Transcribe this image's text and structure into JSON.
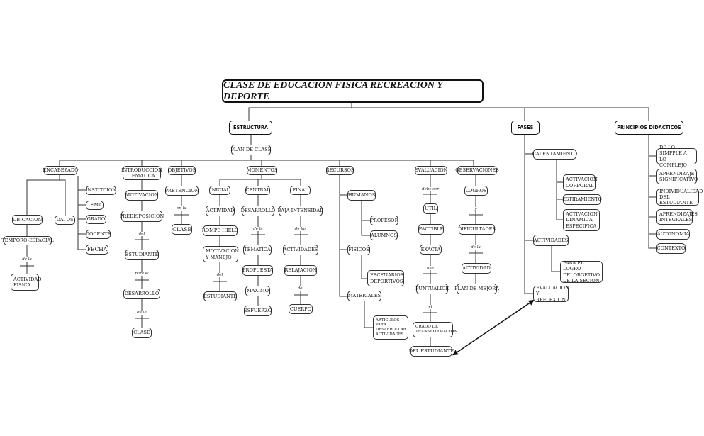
{
  "title": "CLASE DE EDUCACION FISICA RECREACION Y DEPORTE",
  "estructura": {
    "label": "ESTRUCTURA",
    "plan": "PLAN DE CLASE",
    "encabezado": {
      "label": "ENCABEZADO",
      "ubicacion": "UBICACION",
      "temporo": "TEMPORO-ESPACIAL",
      "de_la": "de la",
      "actividad": "ACTIVIDAD FISICA",
      "datos": "DATOS",
      "items": [
        "INSTITCION",
        "TEMA",
        "GRADO",
        "DOCENTE",
        "FECHA"
      ]
    },
    "introduccion": {
      "label": "INTRODUCCION TEMATICA",
      "motivacion": "MOTIVACION",
      "predisposicion": "PREDISPOSICION",
      "del": "del",
      "estudiante": "ESTUDIANTE",
      "para_el": "para el",
      "desarrollo": "DESARROLLO",
      "de_la": "de la",
      "clase": "CLASE"
    },
    "objetivos": {
      "label": "OBJETIVOS",
      "pretencion": "PRETENCION",
      "en_la": "en la",
      "clase": "CLASE"
    },
    "momentos": {
      "label": "MOMENTOS",
      "inicial": {
        "label": "INICIAL",
        "actividad": "ACTIVIDAD",
        "rompe": "ROMPE HIELO",
        "motivacion": "MOTIVACION Y MANEJO",
        "del": "del",
        "estudiante": "ESTUDIANTE"
      },
      "central": {
        "label": "CENTRAL",
        "desarrollo": "DESARROLLO",
        "de_la": "de la",
        "tematica": "TEMATICA",
        "propuesta": "PROPUESTA",
        "maximo": "MAXIMO",
        "esfuerzo": "ESFUERZO"
      },
      "final": {
        "label": "FINAL",
        "baja": "BAJA  INTENSIDAD",
        "de_las": "de las",
        "actividades": "ACTIVIDADES",
        "relajacion": "RELAJACION",
        "del": "del",
        "cuerpo": "CUERPO"
      }
    },
    "recursos": {
      "label": "RECURSOS",
      "humanos": "HUMANOS",
      "profesor": "PROFESOR",
      "alumnos": "ALUMNOS",
      "fisicos": "FISICOS",
      "escenarios": "ESCENARIOS DEPORTIVOS",
      "materiales": "MATERIALES",
      "articulos": "ARTICULOS PARA DESARROLLAR ACTIVIDADES"
    },
    "evaluacion": {
      "label": "EVALUACION",
      "debe_ser": "debe ser",
      "util": "UTIL",
      "factible": "FACTIBLE",
      "exacta": "EXACTA",
      "que": "que",
      "puntualice": "PUNTUALICE",
      "el": "el",
      "grado": "GRADO DE TRANSFORMACION",
      "del_estudiante": "DEL ESTUDIANTE"
    },
    "observaciones": {
      "label": "OBSERVACIONES",
      "logros": "LOGROS",
      "y": "y",
      "dificultades": "DIFICULTADES",
      "de_la": "de la",
      "actividad": "ACTIVIDAD",
      "plan_mejora": "PLAN DE MEJORA"
    }
  },
  "fases": {
    "label": "FASES",
    "calentamiento": "CALENTAMIENTO",
    "cal_items": [
      "ACTIVACION CORPORAL",
      "ESTIRAMIENTO",
      "ACTIVACION DINAMICA ESPECIFICA"
    ],
    "actividades": "ACTIVIDADES",
    "para_logro": "PARA EL LOGRO DELOBGETIVO DE LA SECION",
    "evaluacion": "EVALUACION Y REFLEXION"
  },
  "principios": {
    "label": "PRINCIPIOS DIDACTICOS",
    "items": [
      "DE LO SIMPPLE A LO COMPLEJO",
      "APRENDIZAJE SIGNIFICATIVO",
      "INDIVIDUALIDAD DEL ESTUDIANTE",
      "APRENDIZAJES INTEGRALES",
      "AUTONOMIA",
      "CONTEXTO"
    ]
  }
}
